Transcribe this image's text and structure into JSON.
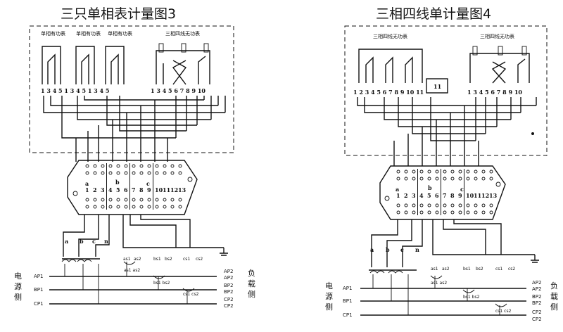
{
  "diagram_left": {
    "title": "三只单相表计量图3",
    "meter_labels": [
      "单相有功表",
      "单相有功表",
      "单相有功表",
      "三相四线无功表"
    ],
    "left_terminals": "1 3 4 5 1 3 4 5 1 3 4 5",
    "right_terminals": "1 3 4 5 6 7 8 9 10",
    "junction_numbers": [
      "1",
      "2",
      "3",
      "4",
      "5",
      "6",
      "7",
      "8",
      "9",
      "10",
      "11",
      "12",
      "13"
    ],
    "phase_letters": [
      "a",
      "b",
      "c"
    ],
    "neutral": "n",
    "ct_labels": [
      "a",
      "b",
      "c",
      "n"
    ],
    "secondary_labels": [
      "as1",
      "as2",
      "bs1",
      "bs2",
      "cs1",
      "cs2"
    ],
    "lower_labels": [
      "as1 as2",
      "bs1 bs2",
      "cs1 cs2"
    ],
    "source_side": [
      "电",
      "源",
      "侧"
    ],
    "load_side": [
      "负",
      "载",
      "侧"
    ],
    "in_terminals": [
      "AP1",
      "BP1",
      "CP1"
    ],
    "out_terminals": [
      "AP2",
      "AP2",
      "BP2",
      "BP2",
      "CP2",
      "CP2"
    ]
  },
  "diagram_right": {
    "title": "三相四线单计量图4",
    "meter_labels": [
      "三相四线无功表",
      "三相四线无功表"
    ],
    "left_terminals": "1 2 3 4 5 6 7 8 9 10 11",
    "right_terminals": "1 3 4 5 6 7 8 9 10",
    "center_box": "11",
    "junction_numbers": [
      "1",
      "2",
      "3",
      "4",
      "5",
      "6",
      "7",
      "8",
      "9",
      "10",
      "11",
      "12",
      "13"
    ],
    "phase_letters": [
      "a",
      "b",
      "c"
    ],
    "neutral": "n",
    "ct_labels": [
      "a",
      "b",
      "c",
      "n"
    ],
    "secondary_labels": [
      "as1",
      "as2",
      "bs1",
      "bs2",
      "cs1",
      "cs2"
    ],
    "lower_labels": [
      "as1 as2",
      "bs1 bs2",
      "cs1 cs2"
    ],
    "source_side": [
      "电",
      "源",
      "侧"
    ],
    "load_side": [
      "负",
      "载",
      "侧"
    ],
    "in_terminals": [
      "AP1",
      "BP1",
      "CP1"
    ],
    "out_terminals": [
      "AP2",
      "AP2",
      "BP2",
      "BP2",
      "CP2",
      "CP2"
    ]
  }
}
